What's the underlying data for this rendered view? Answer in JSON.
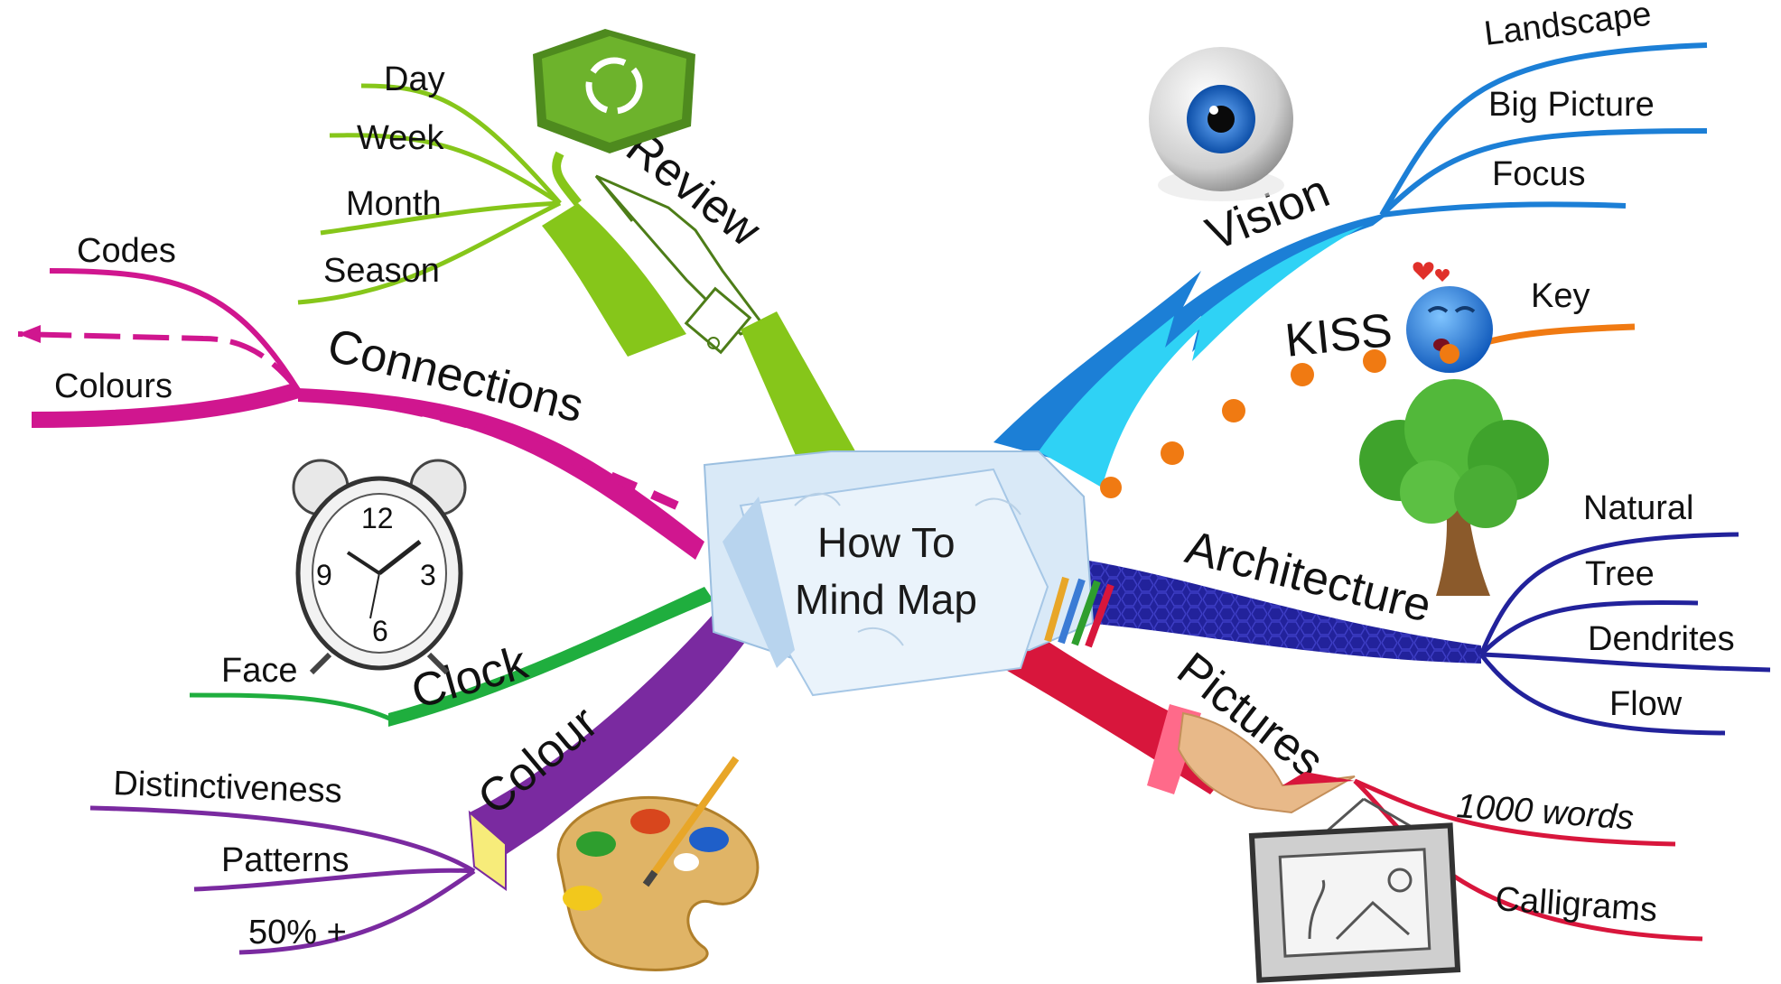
{
  "center": {
    "line1": "How To",
    "line2": "Mind Map"
  },
  "colors": {
    "review": "#86c61a",
    "connections": "#d0168f",
    "clock": "#1fae3e",
    "colour": "#7a2aa0",
    "vision": "#1c7fd6",
    "key": "#f07a12",
    "architecture": "#22229b",
    "pictures": "#d8163c"
  },
  "branches": {
    "review": {
      "label": "Review",
      "items": [
        "Day",
        "Week",
        "Month",
        "Season"
      ]
    },
    "connections": {
      "label": "Connections",
      "items": [
        "Codes",
        "Colours"
      ]
    },
    "clock": {
      "label": "Clock",
      "items": [
        "Face"
      ]
    },
    "colour": {
      "label": "Colour",
      "items": [
        "Distinctiveness",
        "Patterns",
        "50% +"
      ]
    },
    "vision": {
      "label": "Vision",
      "items": [
        "Landscape",
        "Big Picture",
        "Focus"
      ]
    },
    "kiss": {
      "label": "KISS",
      "items": [
        "Key"
      ]
    },
    "architecture": {
      "label": "Architecture",
      "items": [
        "Natural",
        "Tree",
        "Dendrites",
        "Flow"
      ]
    },
    "pictures": {
      "label": "Pictures",
      "items": [
        "1000 words",
        "Calligrams"
      ]
    }
  },
  "clock_numerals": [
    "12",
    "3",
    "6",
    "9"
  ],
  "icons": [
    "recycle-folder-icon",
    "pointing-hand-icon",
    "eye-icon",
    "blue-face-icon",
    "tree-icon",
    "alarm-clock-icon",
    "paint-palette-icon",
    "picture-frame-icon",
    "pens-icon",
    "hand-icon"
  ]
}
